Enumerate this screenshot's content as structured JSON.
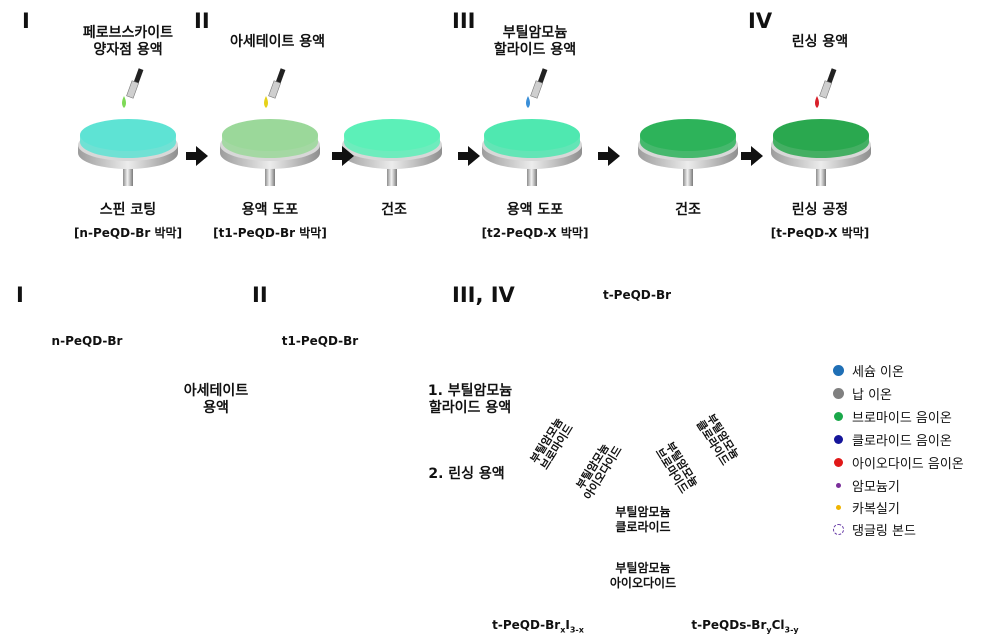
{
  "steps": [
    {
      "roman": "I",
      "top_label": [
        "페로브스카이트",
        "양자점 용액"
      ],
      "process": "스핀 코팅",
      "film": "[n-PeQD-Br 박막]"
    },
    {
      "roman": "II",
      "top_label": [
        "아세테이트 용액"
      ],
      "process": "용액 도포",
      "film": "[t1-PeQD-Br 박막]"
    },
    {
      "roman": "",
      "top_label": [],
      "process": "건조",
      "film": ""
    },
    {
      "roman": "III",
      "top_label": [
        "부틸암모늄",
        "할라이드 용액"
      ],
      "process": "용액 도포",
      "film": "[t2-PeQD-X 박막]"
    },
    {
      "roman": "",
      "top_label": [],
      "process": "건조",
      "film": ""
    },
    {
      "roman": "IV",
      "top_label": [
        "린싱 용액"
      ],
      "process": "린싱 공정",
      "film": "[t-PeQD-X 박막]"
    }
  ],
  "droplet_colors": [
    "#7ed957",
    "#e6d21a",
    "#3a8fd8",
    "#d8202a"
  ],
  "film_colors": [
    "#5ee3d4",
    "#9bd89a",
    "#5cf0b8",
    "#4fe8b0",
    "#2db35a",
    "#2aa84f"
  ],
  "bottom": {
    "sections": [
      "I",
      "II",
      "III, IV"
    ],
    "n_label": "n-PeQD-Br",
    "t1_label": "t1-PeQD-Br",
    "arrow1_label": [
      "아세테이트",
      "용액"
    ],
    "arrow2_label1": [
      "1. 부틸암모늄",
      "할라이드 용액"
    ],
    "arrow2_label2": "2. 린싱 용액",
    "circle_top": "t-PeQD-Br",
    "circle_left_main": "t-PeQD-Br",
    "circle_left_sub1": "x",
    "circle_left_mid": "I",
    "circle_left_sub2": "3-x",
    "circle_right_main": "t-PeQDs-Br",
    "circle_right_sub1": "y",
    "circle_right_mid": "Cl",
    "circle_right_sub2": "3-y",
    "exchange": {
      "top_left_a": [
        "부틸암모늄",
        "브로마이드"
      ],
      "top_left_b": [
        "부틸암모늄",
        "아이오다이드"
      ],
      "top_right_a": [
        "부틸암모늄",
        "클로라이드"
      ],
      "top_right_b": [
        "부틸암모늄",
        "브로마이드"
      ],
      "bottom_a": [
        "부틸암모늄",
        "클로라이드"
      ],
      "bottom_b": [
        "부틸암모늄",
        "아이오다이드"
      ]
    }
  },
  "legend": [
    {
      "label": "세슘 이온",
      "color": "#1f6fb5",
      "kind": "big"
    },
    {
      "label": "납 이온",
      "color": "#808080",
      "kind": "big"
    },
    {
      "label": "브로마이드 음이온",
      "color": "#1aa84a",
      "kind": "mid"
    },
    {
      "label": "클로라이드 음이온",
      "color": "#15159a",
      "kind": "mid"
    },
    {
      "label": "아이오다이드 음이온",
      "color": "#e01818",
      "kind": "mid"
    },
    {
      "label": "암모늄기",
      "color": "#7b2f9a",
      "kind": "small"
    },
    {
      "label": "카복실기",
      "color": "#f0b400",
      "kind": "small"
    },
    {
      "label": "댕글링 본드",
      "color": "#6a3fa8",
      "kind": "dashed"
    }
  ]
}
